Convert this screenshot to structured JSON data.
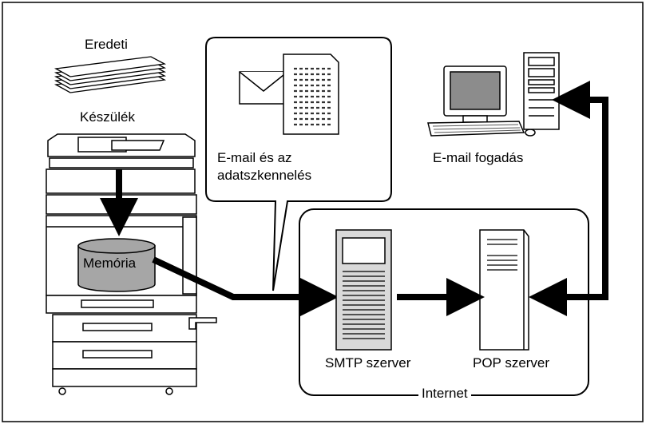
{
  "labels": {
    "original": "Eredeti",
    "device": "Készülék",
    "memory": "Memória",
    "email_scan_line1": "E-mail és az",
    "email_scan_line2": "adatszkennelés",
    "email_receive": "E-mail fogadás",
    "smtp_server": "SMTP szerver",
    "pop_server": "POP szerver",
    "internet": "Internet"
  },
  "colors": {
    "memory_fill": "#a6a6a6",
    "server_fill": "#d9d9d9",
    "device_fill": "#ffffff",
    "arrow": "#000000"
  },
  "icons": [
    "paper-stack-icon",
    "copier-device-icon",
    "memory-cylinder-icon",
    "envelope-icon",
    "document-icon",
    "computer-icon",
    "smtp-server-icon",
    "pop-server-icon"
  ]
}
